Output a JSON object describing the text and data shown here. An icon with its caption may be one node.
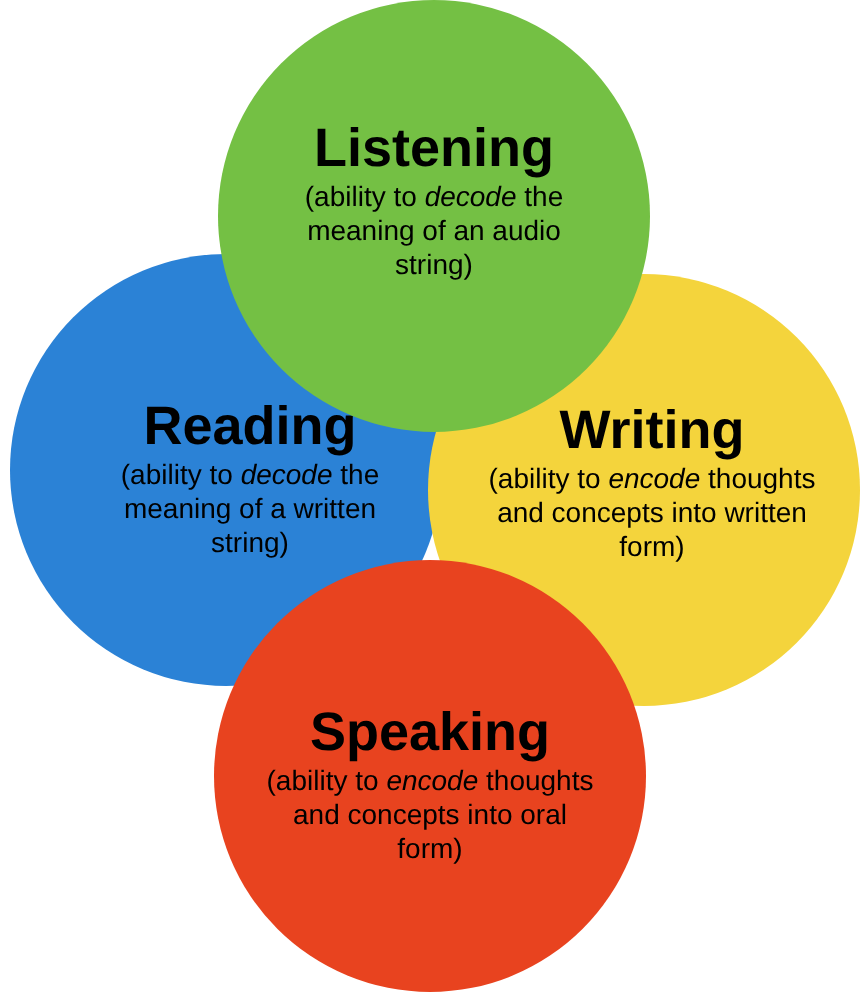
{
  "diagram": {
    "nodes": [
      {
        "text": [
          "Listening",
          "(ability to *decode* the meaning of an audio string)"
        ]
      },
      {
        "text": [
          "Reading",
          "(ability to *decode* the meaning of a written string)"
        ]
      },
      {
        "text": [
          "Writing",
          "(ability to *encode* thoughts and concepts into written form)"
        ]
      },
      {
        "text": [
          "Speaking",
          "(ability to *encode* thoughts and concepts into oral form)"
        ]
      }
    ]
  }
}
